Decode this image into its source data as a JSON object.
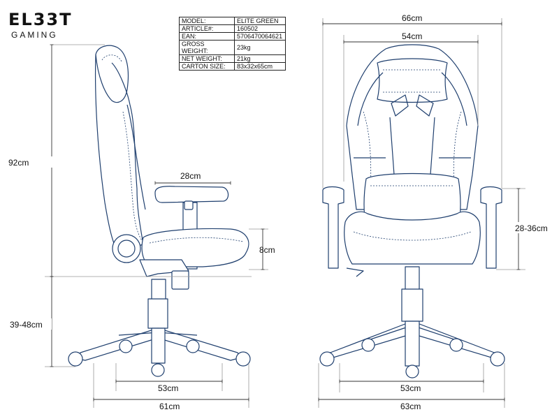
{
  "brand": {
    "name": "EL33T",
    "tagline": "GAMING"
  },
  "spec_table": [
    {
      "label": "MODEL:",
      "value": "ELITE GREEN"
    },
    {
      "label": "ARTICLE#:",
      "value": "160502"
    },
    {
      "label": "EAN:",
      "value": "5706470064621"
    },
    {
      "label": "GROSS WEIGHT:",
      "value": "23kg"
    },
    {
      "label": "NET WEIGHT:",
      "value": "21kg"
    },
    {
      "label": "CARTON SIZE:",
      "value": "83x32x65cm"
    }
  ],
  "dimensions": {
    "side": {
      "backrest_height": "92cm",
      "seat_height": "39-48cm",
      "armrest_length": "28cm",
      "seat_thickness": "8cm",
      "base_width": "53cm",
      "total_depth": "61cm"
    },
    "front": {
      "total_width": "66cm",
      "backrest_width": "54cm",
      "armrest_height": "28-36cm",
      "base_width": "53cm",
      "total_width_bottom": "63cm"
    }
  },
  "colors": {
    "line": "#1f3f6e",
    "dimension": "#333333"
  }
}
